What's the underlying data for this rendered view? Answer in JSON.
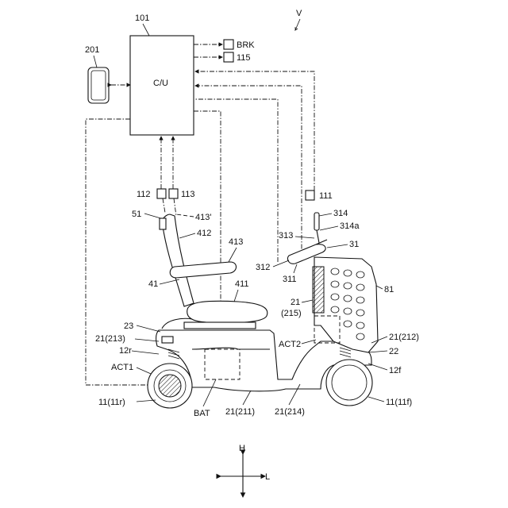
{
  "labels": {
    "v": "V",
    "cu_ref": "101",
    "cu": "C/U",
    "brk": "BRK",
    "s115": "115",
    "terminal": "201",
    "s112": "112",
    "s113": "113",
    "s111": "111",
    "l51": "51",
    "l413p": "413'",
    "l412": "412",
    "l413": "413",
    "l411": "411",
    "l41": "41",
    "l314": "314",
    "l314a": "314a",
    "l313": "313",
    "l31": "31",
    "l312": "312",
    "l311": "311",
    "l21_215a": "21",
    "l21_215b": "(215)",
    "l81": "81",
    "l23": "23",
    "l21_213": "21(213)",
    "l12r": "12r",
    "act1": "ACT1",
    "act2": "ACT2",
    "l21_212": "21(212)",
    "l22": "22",
    "l12f": "12f",
    "l11r": "11(11r)",
    "bat": "BAT",
    "l21_211": "21(211)",
    "l21_214": "21(214)",
    "l11f": "11(11f)",
    "axis_h": "H",
    "axis_l": "L"
  }
}
